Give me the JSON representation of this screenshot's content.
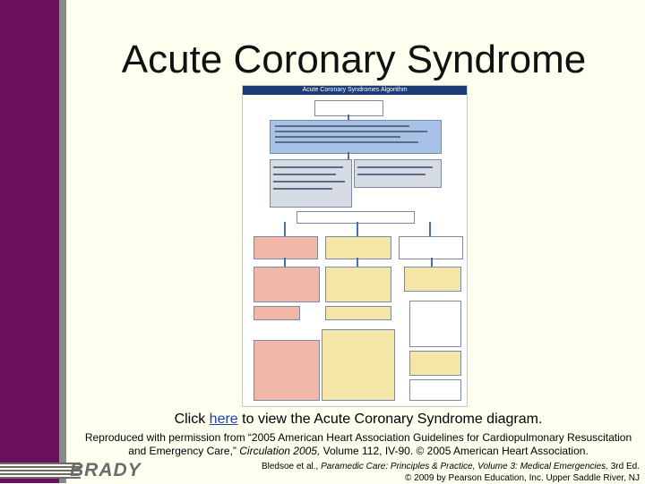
{
  "slide": {
    "title": "Acute Coronary Syndrome",
    "image_title": "Acute Coronary Syndromes Algorithm",
    "caption_prefix": "Click ",
    "caption_link": "here",
    "caption_suffix": " to view the Acute Coronary Syndrome diagram.",
    "repro_line1": "Reproduced with permission from “2005 American Heart Association Guidelines for Cardiopulmonary Resuscitation",
    "repro_line2_pre": "and Emergency Care,” ",
    "repro_line2_italic": "Circulation 2005,",
    "repro_line2_post": " Volume 112, IV-90. © 2005 American Heart Association.",
    "logo_text": "BRADY",
    "credit_line1_pre": "Bledsoe et al., ",
    "credit_line1_italic": "Paramedic Care: Principles & Practice, Volume 3: Medical Emergencies,",
    "credit_line1_post": " 3rd Ed.",
    "credit_line2": "© 2009 by Pearson Education, Inc. Upper Saddle River, NJ"
  },
  "colors": {
    "sidebar": "#6b0f5a",
    "background": "#fffff0",
    "link": "#1a3fb0"
  }
}
